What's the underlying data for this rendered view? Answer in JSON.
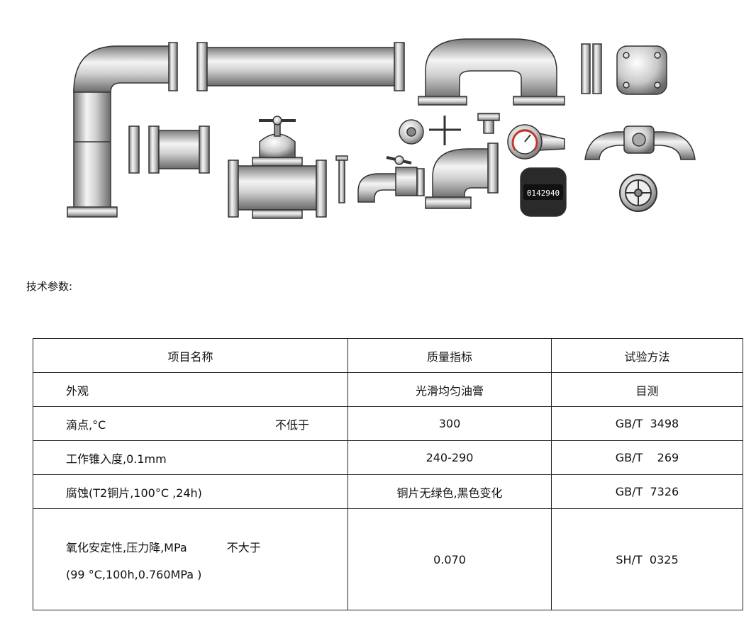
{
  "section_title": "技术参数:",
  "table": {
    "header": [
      "项目名称",
      "质量指标",
      "试验方法"
    ],
    "rows": [
      {
        "item": "外观",
        "qualifier": "",
        "value": "光滑均匀油膏",
        "method": "目测"
      },
      {
        "item": "滴点,°C",
        "qualifier": "不低于",
        "value": "300",
        "method": "GB/T  3498"
      },
      {
        "item": "工作锥入度,0.1mm",
        "qualifier": "",
        "value": "240-290",
        "method": "GB/T    269"
      },
      {
        "item": "腐蚀(T2铜片,100°C ,24h)",
        "qualifier": "",
        "value": "铜片无绿色,黑色变化",
        "method": "GB/T  7326"
      },
      {
        "item": "氧化安定性,压力降,MPa",
        "qualifier": "不大于",
        "item_line2": "(99 °C,100h,0.760MPa )",
        "value": "0.070",
        "method": "SH/T  0325"
      }
    ]
  },
  "counter_readout": "0142940",
  "colors": {
    "pipe_light": "#f2f2f2",
    "pipe_mid": "#b8b8b8",
    "pipe_dark": "#6e6e6e",
    "outline": "#333333",
    "gauge_red": "#c0392b"
  }
}
